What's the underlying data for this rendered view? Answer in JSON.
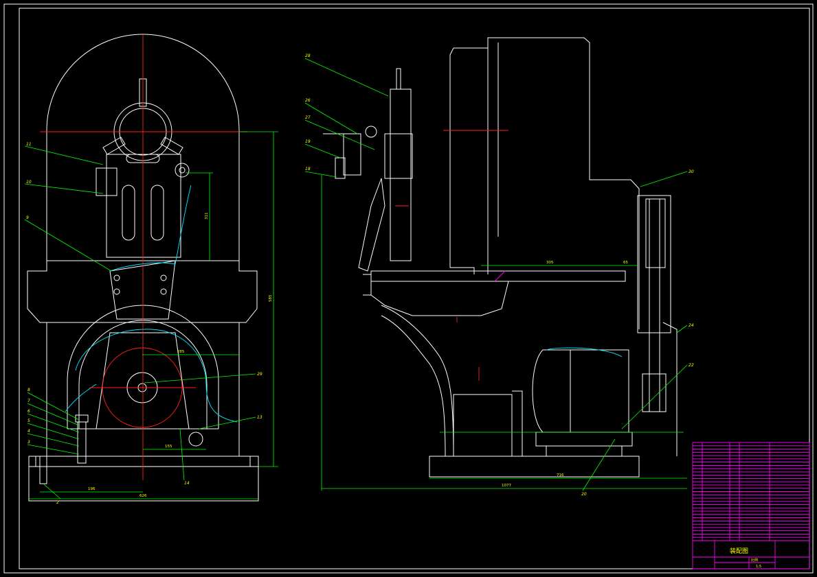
{
  "colors": {
    "background": "#000000",
    "outline": "#ffffff",
    "centerline": "#ff2020",
    "leader": "#00ff00",
    "hidden_edge": "#00e5ff",
    "title_block": "#ff00ff",
    "text": "#ffff00"
  },
  "front_view": {
    "part_labels": [
      "11",
      "10",
      "9",
      "8",
      "7",
      "6",
      "5",
      "4",
      "3",
      "29",
      "13",
      "14",
      "2"
    ],
    "dimensions": [
      "585",
      "311",
      "285",
      "155",
      "196",
      "626"
    ]
  },
  "side_view": {
    "part_labels": [
      "28",
      "26",
      "27",
      "19",
      "18",
      "30",
      "24",
      "22",
      "20"
    ],
    "dimensions": [
      "305",
      "65",
      "716",
      "1077"
    ]
  },
  "title_block": {
    "drawing_name": "装配图",
    "scale_label": "比例",
    "scale_value": "1:5"
  }
}
